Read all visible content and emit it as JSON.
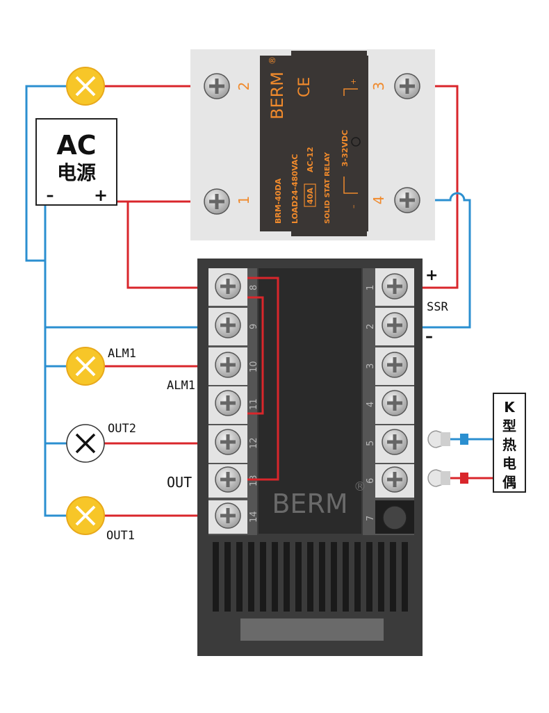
{
  "power": {
    "line1": "AC",
    "line2": "电源",
    "minus": "–",
    "plus": "+"
  },
  "relay": {
    "brand": "BERM",
    "registered": "®",
    "ce": "CE",
    "model": "BRM-40DA",
    "load": "LOAD24-480VAC",
    "current": "40A",
    "ac": "AC-12",
    "type": "SOLID STAT RELAY",
    "input": "3-32VDC",
    "plus": "+",
    "minus": "–",
    "terminals": [
      "2",
      "1",
      "3",
      "4"
    ]
  },
  "controller": {
    "brand": "BERM",
    "registered": "®",
    "left_terminals": [
      "8",
      "9",
      "10",
      "11",
      "12",
      "13",
      "14"
    ],
    "right_terminals": [
      "1",
      "2",
      "3",
      "4",
      "5",
      "6",
      "7"
    ]
  },
  "labels": {
    "alm1_top": "ALM1",
    "alm1_mid": "ALM1",
    "out2": "OUT2",
    "out": "OUT",
    "out1": "OUT1",
    "ssr": "SSR",
    "plus": "+",
    "minus": "–"
  },
  "thermocouple": {
    "chars": [
      "K",
      "型",
      "热",
      "电",
      "偶"
    ]
  },
  "colors": {
    "live_wire": "#d9262b",
    "neutral_wire": "#2b8fd0",
    "lamp": "#f7c628",
    "relay_body": "#3a3634",
    "relay_text": "#f08a2c",
    "controller_body": "#3b3b3b"
  }
}
